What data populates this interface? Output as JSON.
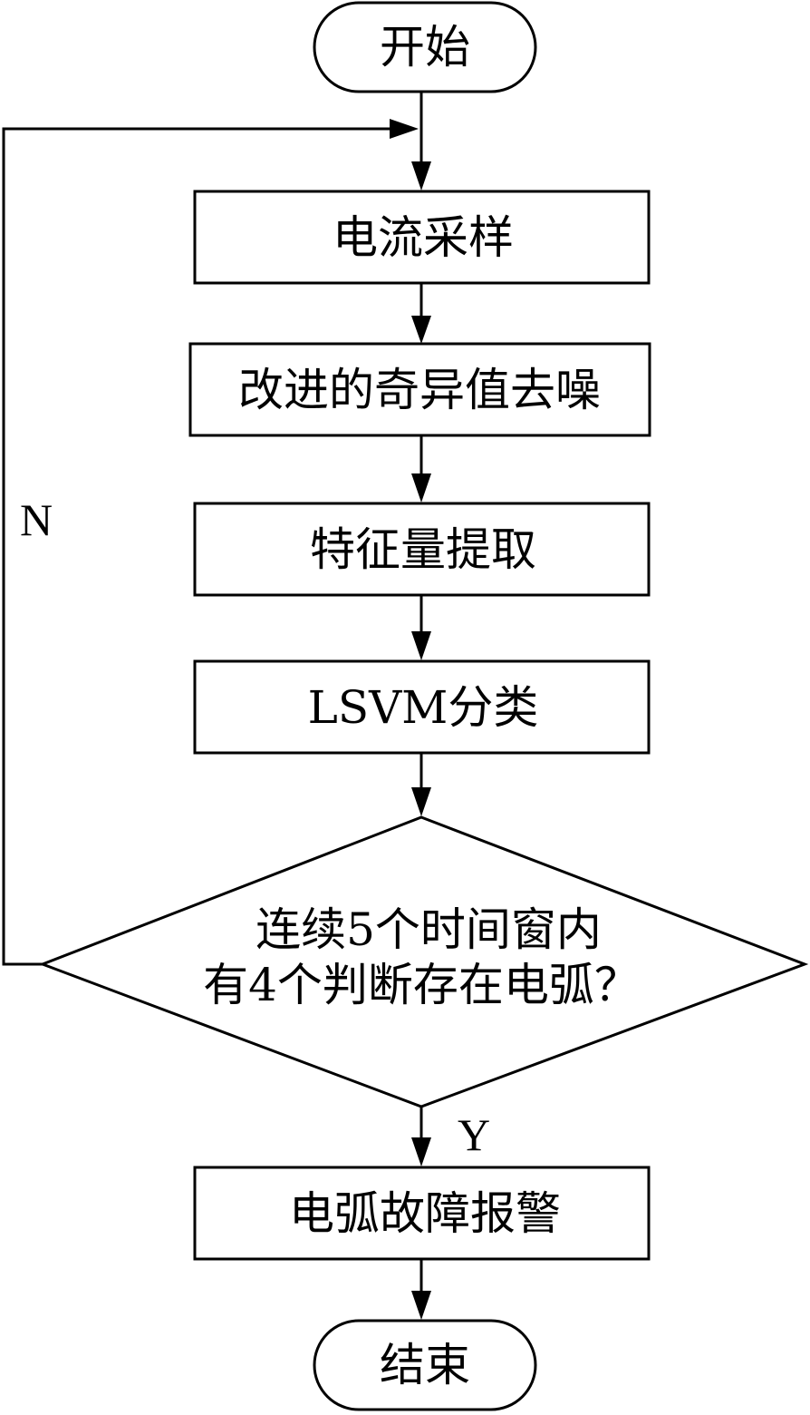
{
  "flowchart": {
    "start": "开始",
    "steps": [
      "电流采样",
      "改进的奇异值去噪",
      "特征量提取",
      "LSVM分类"
    ],
    "decision": {
      "line1": "连续5个时间窗内",
      "line2": "有4个判断存在电弧？"
    },
    "branch_no": "N",
    "branch_yes": "Y",
    "alarm": "电弧故障报警",
    "end": "结束"
  }
}
